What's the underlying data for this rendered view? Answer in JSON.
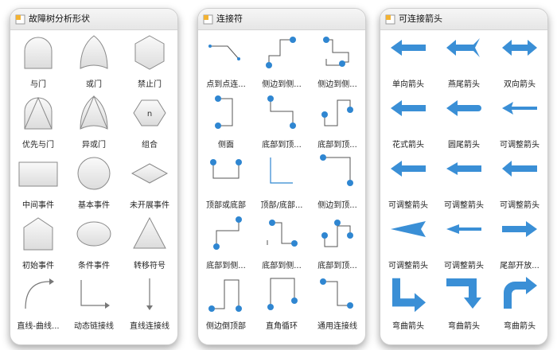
{
  "colors": {
    "shape_fill": "#ececec",
    "shape_stroke": "#8a8a8a",
    "connector_dot": "#2f86d1",
    "arrow": "#3a8fd6"
  },
  "panel1": {
    "title": "故障树分析形状",
    "items": [
      {
        "label": "与门",
        "icon": "and-gate-icon"
      },
      {
        "label": "或门",
        "icon": "or-gate-icon"
      },
      {
        "label": "禁止门",
        "icon": "inhibit-gate-icon"
      },
      {
        "label": "优先与门",
        "icon": "priority-and-gate-icon"
      },
      {
        "label": "异或门",
        "icon": "xor-gate-icon"
      },
      {
        "label": "组合",
        "icon": "combination-icon",
        "inner_text": "n"
      },
      {
        "label": "中间事件",
        "icon": "intermediate-event-icon"
      },
      {
        "label": "基本事件",
        "icon": "basic-event-icon"
      },
      {
        "label": "未开展事件",
        "icon": "undeveloped-event-icon"
      },
      {
        "label": "初始事件",
        "icon": "initial-event-icon"
      },
      {
        "label": "条件事件",
        "icon": "conditional-event-icon"
      },
      {
        "label": "转移符号",
        "icon": "transfer-symbol-icon"
      },
      {
        "label": "直线-曲线...",
        "icon": "curved-line-icon"
      },
      {
        "label": "动态链接线",
        "icon": "dynamic-link-line-icon"
      },
      {
        "label": "直线连接线",
        "icon": "straight-connector-icon"
      }
    ]
  },
  "panel2": {
    "title": "连接符",
    "items": [
      {
        "label": "点到点连...",
        "icon": "point-to-point-connector-icon"
      },
      {
        "label": "侧边到侧...",
        "icon": "side-to-side-connector-icon"
      },
      {
        "label": "侧边到侧...",
        "icon": "side-to-side-connector-2-icon"
      },
      {
        "label": "侧面",
        "icon": "side-connector-icon"
      },
      {
        "label": "底部到顶...",
        "icon": "bottom-to-top-connector-icon"
      },
      {
        "label": "底部到顶...",
        "icon": "bottom-to-top-connector-2-icon"
      },
      {
        "label": "顶部或底部",
        "icon": "top-or-bottom-connector-icon"
      },
      {
        "label": "顶部/底部...",
        "icon": "top-bottom-connector-icon"
      },
      {
        "label": "侧边到顶...",
        "icon": "side-to-top-connector-icon"
      },
      {
        "label": "底部到侧...",
        "icon": "bottom-to-side-connector-icon"
      },
      {
        "label": "底部到侧...",
        "icon": "bottom-to-side-connector-2-icon"
      },
      {
        "label": "底部到顶...",
        "icon": "bottom-to-top-connector-3-icon"
      },
      {
        "label": "侧边倒顶部",
        "icon": "side-to-top-connector-2-icon"
      },
      {
        "label": "直角循环",
        "icon": "right-angle-loop-icon"
      },
      {
        "label": "通用连接线",
        "icon": "generic-connector-icon"
      }
    ]
  },
  "panel3": {
    "title": "可连接箭头",
    "items": [
      {
        "label": "单向箭头",
        "icon": "single-arrow-icon"
      },
      {
        "label": "燕尾箭头",
        "icon": "swallowtail-arrow-icon"
      },
      {
        "label": "双向箭头",
        "icon": "double-arrow-icon"
      },
      {
        "label": "花式箭头",
        "icon": "fancy-arrow-icon"
      },
      {
        "label": "圆尾箭头",
        "icon": "round-tail-arrow-icon"
      },
      {
        "label": "可调整箭头",
        "icon": "adjustable-arrow-1-icon"
      },
      {
        "label": "可调整箭头",
        "icon": "adjustable-arrow-2-icon"
      },
      {
        "label": "可调整箭头",
        "icon": "adjustable-arrow-3-icon"
      },
      {
        "label": "可调整箭头",
        "icon": "adjustable-arrow-4-icon"
      },
      {
        "label": "可调整箭头",
        "icon": "adjustable-arrow-5-icon"
      },
      {
        "label": "可调整箭头",
        "icon": "adjustable-arrow-6-icon"
      },
      {
        "label": "尾部开放...",
        "icon": "open-tail-arrow-icon"
      },
      {
        "label": "弯曲箭头",
        "icon": "bent-arrow-1-icon"
      },
      {
        "label": "弯曲箭头",
        "icon": "bent-arrow-2-icon"
      },
      {
        "label": "弯曲箭头",
        "icon": "bent-arrow-3-icon"
      }
    ]
  }
}
